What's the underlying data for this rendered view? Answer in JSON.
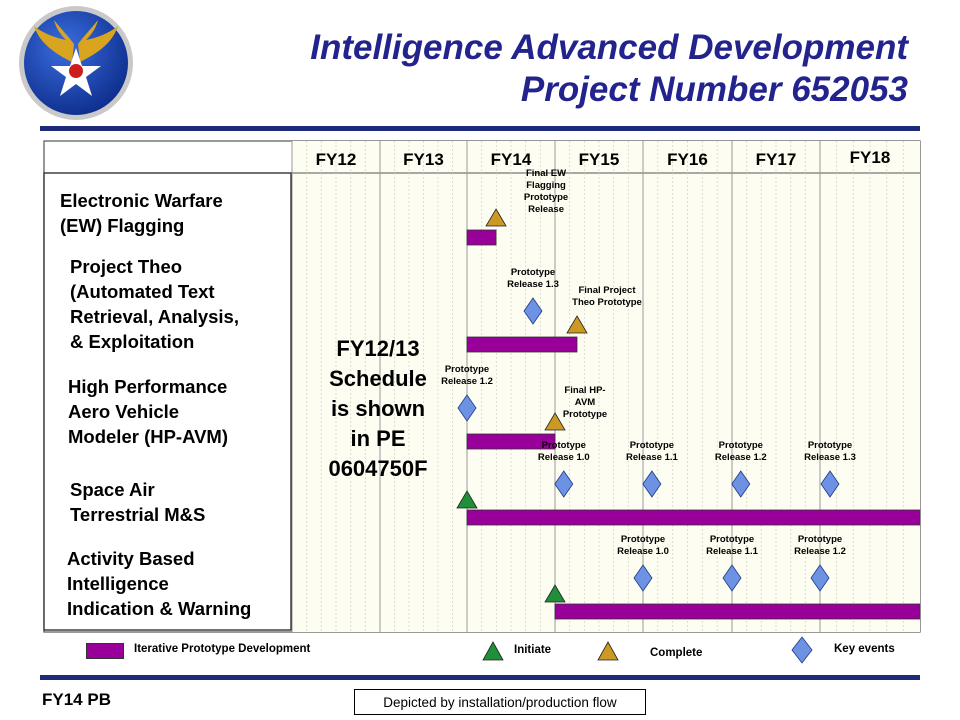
{
  "header": {
    "title_line1": "Intelligence Advanced Development",
    "title_line2": "Project Number 652053"
  },
  "fiscal_years": [
    "FY12",
    "FY13",
    "FY14",
    "FY15",
    "FY16",
    "FY17",
    "FY18"
  ],
  "projects": [
    {
      "label": "Electronic Warfare\n(EW)  Flagging"
    },
    {
      "label": "Project Theo\n(Automated Text\nRetrieval, Analysis,\n& Exploitation"
    },
    {
      "label": "High Performance\nAero Vehicle\nModeler (HP-AVM)"
    },
    {
      "label": "Space Air\nTerrestrial M&S"
    },
    {
      "label": "Activity Based\nIntelligence\nIndication & Warning"
    }
  ],
  "bars": [
    {
      "start": 2014.0,
      "end": 2014.33
    },
    {
      "start": 2014.0,
      "end": 2015.25
    },
    {
      "start": 2014.0,
      "end": 2015.0
    },
    {
      "start": 2014.0,
      "end": 2019.0
    },
    {
      "start": 2015.0,
      "end": 2019.0
    }
  ],
  "events": [
    {
      "type": "complete",
      "time": 2014.33,
      "row": 0,
      "label": "Final EW\nFlagging\nPrototype\nRelease"
    },
    {
      "type": "key",
      "time": 2014.75,
      "row": 1,
      "label": "Prototype\nRelease 1.3"
    },
    {
      "type": "complete",
      "time": 2015.25,
      "row": 1,
      "label": "Final Project\nTheo Prototype"
    },
    {
      "type": "key",
      "time": 2014.0,
      "row": 2,
      "label": "Prototype\nRelease 1.2"
    },
    {
      "type": "complete",
      "time": 2015.0,
      "row": 2,
      "label": "Final HP-\nAVM\nPrototype"
    },
    {
      "type": "initiate",
      "time": 2014.0,
      "row": 3,
      "label": ""
    },
    {
      "type": "key",
      "time": 2015.1,
      "row": 3,
      "label": "Prototype\nRelease 1.0"
    },
    {
      "type": "key",
      "time": 2016.1,
      "row": 3,
      "label": "Prototype\nRelease 1.1"
    },
    {
      "type": "key",
      "time": 2017.1,
      "row": 3,
      "label": "Prototype\nRelease 1.2"
    },
    {
      "type": "key",
      "time": 2018.1,
      "row": 3,
      "label": "Prototype\nRelease 1.3"
    },
    {
      "type": "initiate",
      "time": 2015.0,
      "row": 4,
      "label": ""
    },
    {
      "type": "key",
      "time": 2016.0,
      "row": 4,
      "label": "Prototype\nRelease 1.0"
    },
    {
      "type": "key",
      "time": 2017.0,
      "row": 4,
      "label": "Prototype\nRelease 1.1"
    },
    {
      "type": "key",
      "time": 2018.0,
      "row": 4,
      "label": "Prototype\nRelease 1.2"
    }
  ],
  "note": "FY12/13\nSchedule\nis shown\nin PE\n0604750F",
  "legend": {
    "bar": "Iterative Prototype  Development",
    "initiate": "Initiate",
    "complete": "Complete",
    "key": "Key events"
  },
  "colors": {
    "bar": "#990099",
    "initiate": "#1f8f3a",
    "complete": "#cc9a22",
    "key": "#6d92e3",
    "title": "#23238e",
    "rule": "#1f2a7a"
  },
  "footer": {
    "left": "FY14 PB",
    "box": "Depicted by installation/production flow"
  }
}
